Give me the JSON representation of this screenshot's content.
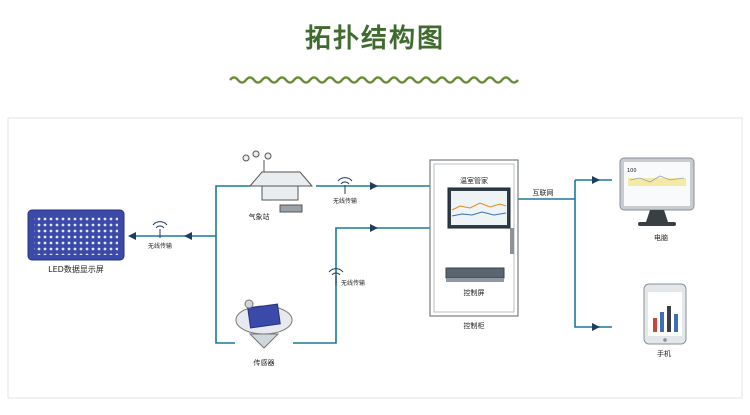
{
  "title": "拓扑结构图",
  "colors": {
    "title": "#3f6b2e",
    "wave": "#6b8f3a",
    "line": "#1a7a9a",
    "arrow": "#1f3d5c",
    "panel_border": "#b9c0c6"
  },
  "nodes": {
    "led_screen": "LED数据显示屏",
    "weather_station": "气象站",
    "sensor": "传感器",
    "control_cabinet": "控制柜",
    "greenhouse_manager": "温室管家",
    "controller": "控制屏",
    "computer": "电脑",
    "phone": "手机"
  },
  "edges": {
    "wireless_1": "无线传输",
    "wireless_2": "无线传输",
    "wireless_3": "无线传输",
    "internet": "互联网"
  },
  "monitor_value": "100"
}
